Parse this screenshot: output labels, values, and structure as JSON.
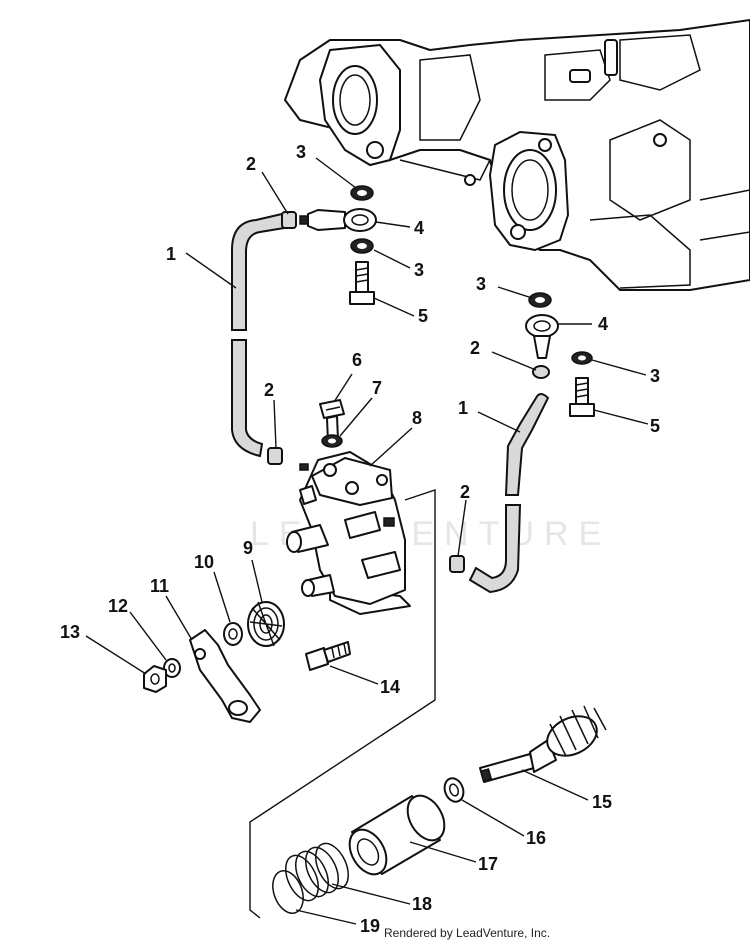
{
  "credit": "Rendered by LeadVenture, Inc.",
  "callouts": [
    {
      "id": "c1a",
      "label": "1"
    },
    {
      "id": "c1b",
      "label": "1"
    },
    {
      "id": "c2a",
      "label": "2"
    },
    {
      "id": "c2b",
      "label": "2"
    },
    {
      "id": "c2c",
      "label": "2"
    },
    {
      "id": "c2d",
      "label": "2"
    },
    {
      "id": "c3a",
      "label": "3"
    },
    {
      "id": "c3b",
      "label": "3"
    },
    {
      "id": "c3c",
      "label": "3"
    },
    {
      "id": "c3d",
      "label": "3"
    },
    {
      "id": "c4a",
      "label": "4"
    },
    {
      "id": "c4b",
      "label": "4"
    },
    {
      "id": "c5a",
      "label": "5"
    },
    {
      "id": "c5b",
      "label": "5"
    },
    {
      "id": "c6",
      "label": "6"
    },
    {
      "id": "c7",
      "label": "7"
    },
    {
      "id": "c8",
      "label": "8"
    },
    {
      "id": "c9",
      "label": "9"
    },
    {
      "id": "c10",
      "label": "10"
    },
    {
      "id": "c11",
      "label": "11"
    },
    {
      "id": "c12",
      "label": "12"
    },
    {
      "id": "c13",
      "label": "13"
    },
    {
      "id": "c14",
      "label": "14"
    },
    {
      "id": "c15",
      "label": "15"
    },
    {
      "id": "c16",
      "label": "16"
    },
    {
      "id": "c17",
      "label": "17"
    },
    {
      "id": "c18",
      "label": "18"
    },
    {
      "id": "c19",
      "label": "19"
    }
  ]
}
